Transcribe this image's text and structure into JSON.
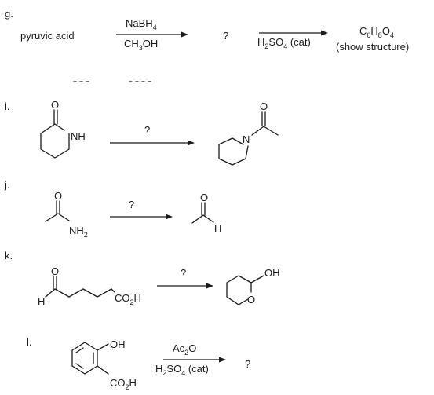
{
  "problems": [
    {
      "label": "g.",
      "start": "pyruvic acid",
      "step1_above": [
        "NaBH",
        "4"
      ],
      "step1_below": [
        "CH",
        "3",
        "OH"
      ],
      "intermediate": "?",
      "step2_below": [
        "H",
        "2",
        "SO",
        "4",
        " (cat)"
      ],
      "product_formula": [
        "C",
        "6",
        "H",
        "8",
        "O",
        "4"
      ],
      "product_note": "(show structure)"
    },
    {
      "label": "i.",
      "reagent": "?",
      "start_atoms": [
        "NH",
        "O"
      ],
      "product_atoms": [
        "N",
        "O"
      ]
    },
    {
      "label": "j.",
      "reagent": "?",
      "start_atoms": [
        "NH",
        "2",
        "O"
      ],
      "product_atoms": [
        "H",
        "O"
      ]
    },
    {
      "label": "k.",
      "reagent": "?",
      "start_atoms": [
        "H",
        "CO",
        "2",
        "H",
        "O"
      ],
      "product_atoms": [
        "OH",
        "O"
      ]
    },
    {
      "label": "l.",
      "reagent_above": [
        "Ac",
        "2",
        "O"
      ],
      "reagent_below": [
        "H",
        "2",
        "SO",
        "4",
        " (cat)"
      ],
      "product": "?",
      "start_atoms": [
        "OH",
        "CO",
        "2",
        "H"
      ]
    }
  ]
}
